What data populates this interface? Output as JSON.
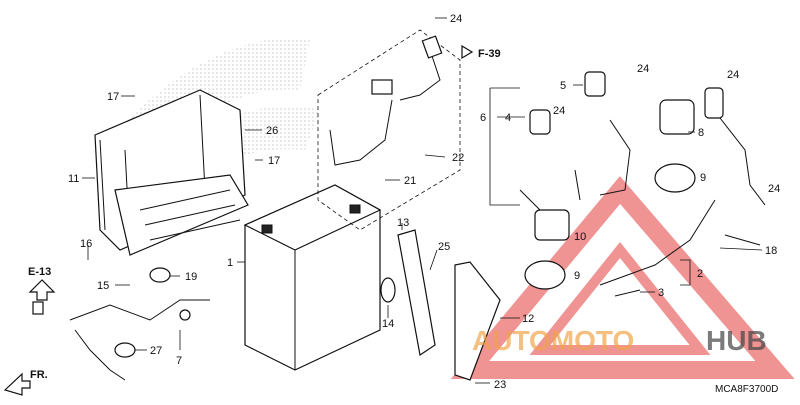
{
  "diagram": {
    "part_numbers": [
      "24",
      "F-39",
      "5",
      "24",
      "24",
      "6",
      "4",
      "24",
      "8",
      "26",
      "17",
      "17",
      "22",
      "21",
      "11",
      "9",
      "10",
      "9",
      "2",
      "3",
      "24",
      "18",
      "1",
      "13",
      "25",
      "14",
      "12",
      "16",
      "15",
      "19",
      "7",
      "27",
      "23",
      "E-13",
      "FR."
    ],
    "reference_code": "MCA8F3700D"
  },
  "watermark": {
    "text_part1": "AUTOMOTO",
    "text_part2": "HUB",
    "color_orange": "#f0a44a",
    "color_red": "#e23b3b"
  }
}
